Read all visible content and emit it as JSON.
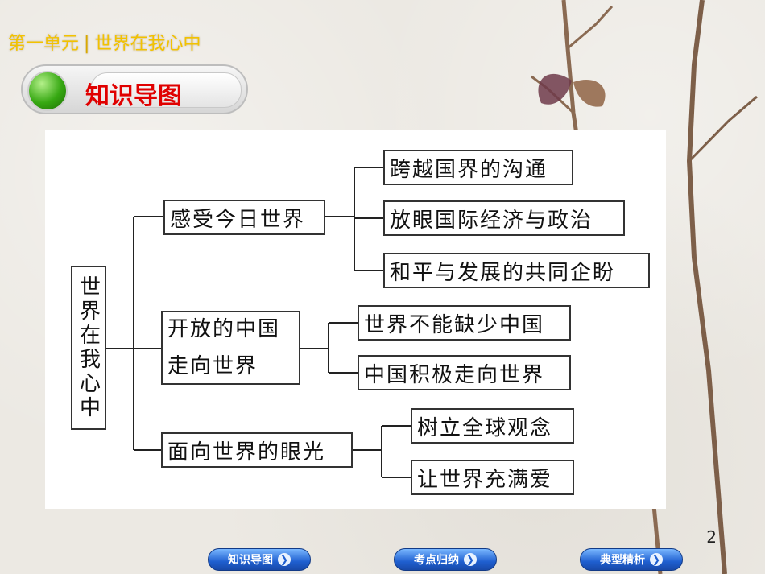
{
  "header": {
    "unit": "第一单元",
    "sep": "|",
    "topic": "世界在我心中"
  },
  "section_title": "知识导图",
  "diagram": {
    "root": "世界在我心中",
    "branches": [
      {
        "label": "感受今日世界",
        "children": [
          "跨越国界的沟通",
          "放眼国际经济与政治",
          "和平与发展的共同企盼"
        ]
      },
      {
        "label": "开放的中国走向世界",
        "label_lines": [
          "开放的中国",
          "走向世界"
        ],
        "children": [
          "世界不能缺少中国",
          "中国积极走向世界"
        ]
      },
      {
        "label": "面向世界的眼光",
        "children": [
          "树立全球观念",
          "让世界充满爱"
        ]
      }
    ]
  },
  "page_number": "2",
  "nav": [
    {
      "label": "知识导图"
    },
    {
      "label": "考点归纳"
    },
    {
      "label": "典型精析"
    }
  ]
}
